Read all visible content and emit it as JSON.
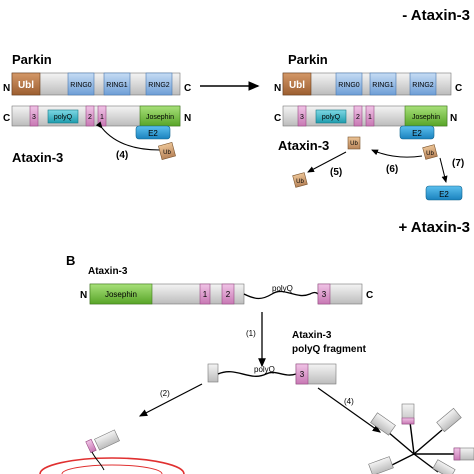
{
  "panel_a": {
    "header": "- Ataxin-3",
    "left": {
      "parkin_title": "Parkin",
      "parkin_n": "N",
      "parkin_c": "C",
      "ubl": "Ubl",
      "ring0": "RING0",
      "ring1": "RING1",
      "ring2": "RING2",
      "ataxin_c": "C",
      "ataxin_n": "N",
      "seg3": "3",
      "polyq": "polyQ",
      "seg2": "2",
      "seg1": "1",
      "josephin": "Josephin",
      "e2": "E2",
      "step4": "(4)",
      "ub": "Ub",
      "ataxin_title": "Ataxin-3"
    },
    "right": {
      "parkin_title": "Parkin",
      "parkin_n": "N",
      "parkin_c": "C",
      "ubl": "Ubl",
      "ring0": "RING0",
      "ring1": "RING1",
      "ring2": "RING2",
      "ataxin_c": "C",
      "ataxin_n": "N",
      "seg3": "3",
      "polyq": "polyQ",
      "seg2": "2",
      "seg1": "1",
      "josephin": "Josephin",
      "e2": "E2",
      "ub_a": "Ub",
      "ub_b": "Ub",
      "ub_free": "Ub",
      "step5": "(5)",
      "step6": "(6)",
      "step7": "(7)",
      "e2_free": "E2",
      "ataxin_title": "Ataxin-3"
    }
  },
  "panel_b": {
    "header": "+ Ataxin-3",
    "label": "B",
    "ataxin_title": "Ataxin-3",
    "n": "N",
    "c": "C",
    "josephin": "Josephin",
    "seg1": "1",
    "seg2": "2",
    "seg3": "3",
    "polyq_top": "polyQ",
    "step1": "(1)",
    "fragment_title_1": "Ataxin-3",
    "fragment_title_2": "polyQ fragment",
    "polyq_fragment": "polyQ",
    "frag_seg3": "3",
    "step2": "(2)",
    "step4": "(4)"
  },
  "colors": {
    "ubl": "#b87848",
    "ring": "#8fb8e6",
    "segment": "#e0a0d0",
    "polyq": "#3fb8c8",
    "josephin": "#7cc444",
    "e2": "#2b9fd6",
    "ub": "#d8a878",
    "grey": "#d4d4d4",
    "aggregate": "#e03030"
  }
}
